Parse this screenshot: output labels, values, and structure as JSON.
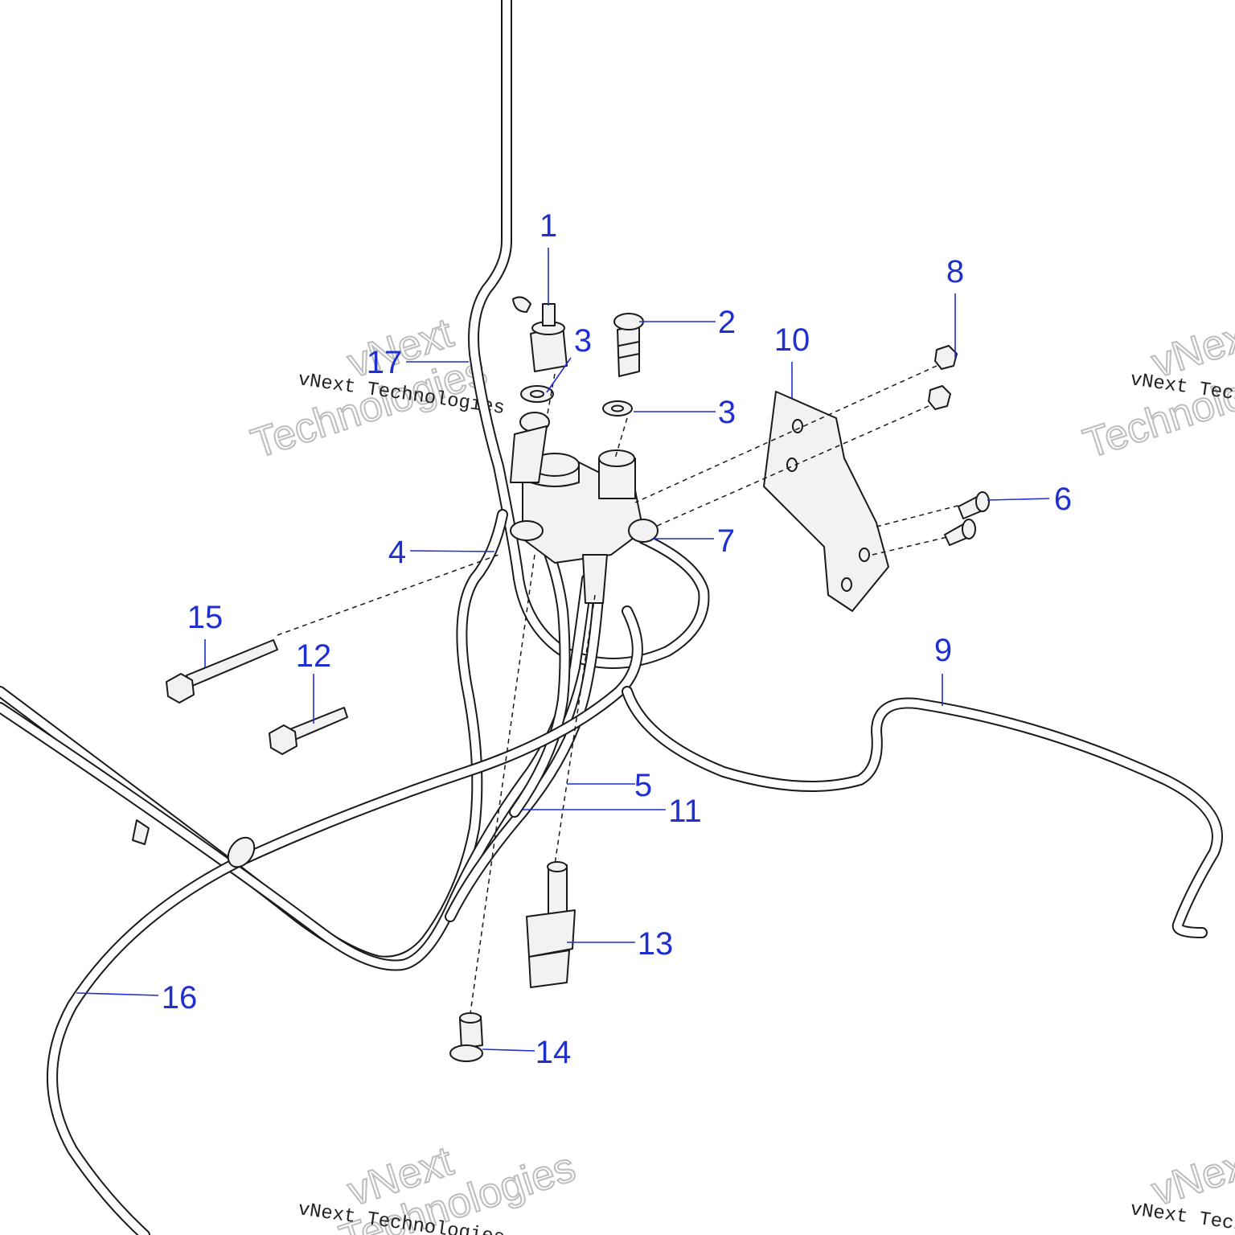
{
  "diagram": {
    "callouts": [
      {
        "id": "c1",
        "label": "1"
      },
      {
        "id": "c2",
        "label": "2"
      },
      {
        "id": "c3a",
        "label": "3"
      },
      {
        "id": "c3b",
        "label": "3"
      },
      {
        "id": "c4",
        "label": "4"
      },
      {
        "id": "c5",
        "label": "5"
      },
      {
        "id": "c6",
        "label": "6"
      },
      {
        "id": "c7",
        "label": "7"
      },
      {
        "id": "c8",
        "label": "8"
      },
      {
        "id": "c9",
        "label": "9"
      },
      {
        "id": "c10",
        "label": "10"
      },
      {
        "id": "c11",
        "label": "11"
      },
      {
        "id": "c12",
        "label": "12"
      },
      {
        "id": "c13",
        "label": "13"
      },
      {
        "id": "c14",
        "label": "14"
      },
      {
        "id": "c15",
        "label": "15"
      },
      {
        "id": "c16",
        "label": "16"
      },
      {
        "id": "c17",
        "label": "17"
      }
    ],
    "callout_color": "#1f2fd0",
    "line_color": "#1a1a1a"
  },
  "watermark": {
    "line1": "vNext",
    "line2": "Technologies",
    "caption": "vNext Technologies"
  }
}
